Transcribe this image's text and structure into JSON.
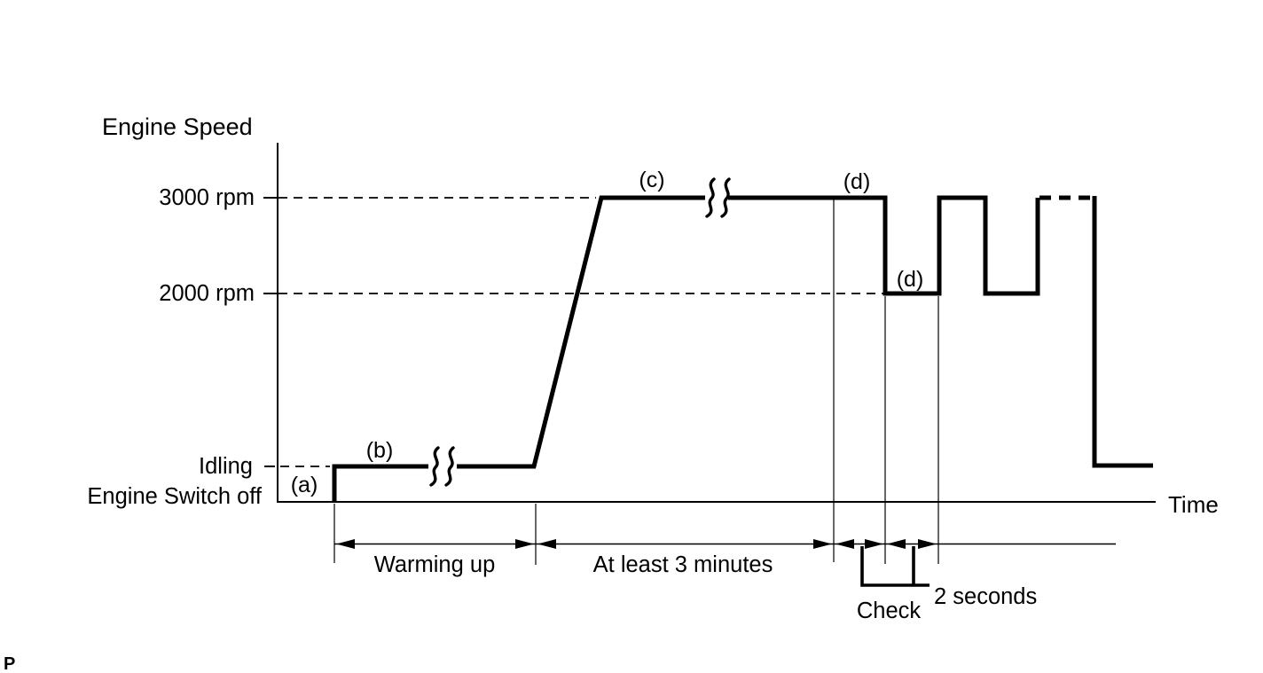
{
  "figure": {
    "background": "#ffffff",
    "line_color": "#000000",
    "y_axis_title": "Engine Speed",
    "x_axis_title": "Time",
    "y_tick_labels": {
      "rpm3000": "3000 rpm",
      "rpm2000": "2000 rpm",
      "idling": "Idling",
      "engine_switch_off": "Engine Switch off"
    },
    "phase_labels": {
      "a": "(a)",
      "b": "(b)",
      "c": "(c)",
      "d_high": "(d)",
      "d_low": "(d)"
    },
    "span_labels": {
      "warming_up": "Warming up",
      "at_least_3_minutes": "At least 3 minutes",
      "two_seconds": "2 seconds",
      "check": "Check"
    },
    "page_marker": "P"
  },
  "chart_data": {
    "type": "line",
    "xlabel": "Time",
    "ylabel": "Engine Speed",
    "x_axis_quantitative": false,
    "y_levels": [
      "Engine Switch off",
      "Idling",
      "2000 rpm",
      "3000 rpm"
    ],
    "dashed_reference_levels": [
      "3000 rpm",
      "2000 rpm",
      "Idling"
    ],
    "profile_sequence": [
      {
        "phase": "(a)",
        "from_level": "Engine Switch off",
        "to_level": "Idling"
      },
      {
        "phase": "(b)",
        "level": "Idling",
        "span_label": "Warming up",
        "time_axis_break": true
      },
      {
        "phase": "(c)",
        "level": "3000 rpm",
        "span_label": "At least 3 minutes",
        "time_axis_break": true
      },
      {
        "phase": "(d)",
        "level": "3000 rpm",
        "span_label": "2 seconds",
        "check_span": true
      },
      {
        "phase": "(d)",
        "level": "2000 rpm",
        "span_label": "2 seconds",
        "check_span": true
      },
      {
        "level": "3000 rpm"
      },
      {
        "level": "2000 rpm"
      },
      {
        "level": "3000 rpm",
        "drawn_dashed": true
      },
      {
        "level": "Idling"
      }
    ],
    "annotations": [
      "Warming up",
      "At least 3 minutes",
      "2 seconds",
      "Check"
    ],
    "legend": false,
    "grid": false
  }
}
